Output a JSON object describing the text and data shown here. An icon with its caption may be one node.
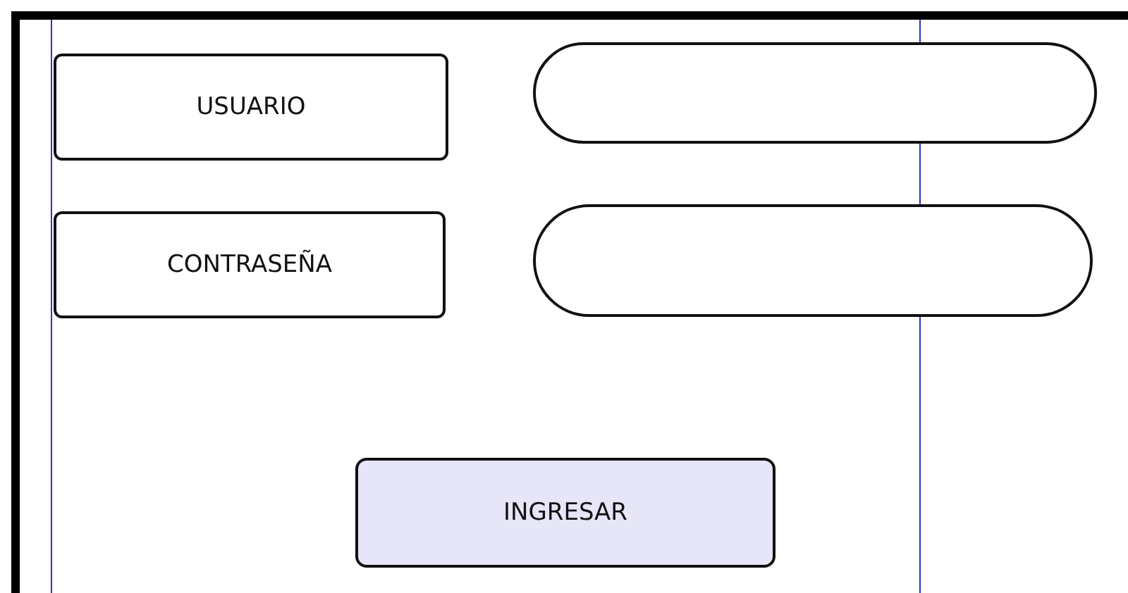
{
  "diagram": {
    "nodes": [
      {
        "text": [
          "USUARIO"
        ]
      },
      {
        "text": [],
        "shape": "box"
      },
      {
        "text": [
          "CONTRASEÑA"
        ]
      },
      {
        "text": [],
        "shape": "box"
      },
      {
        "text": [
          "INGRESAR"
        ]
      }
    ]
  }
}
